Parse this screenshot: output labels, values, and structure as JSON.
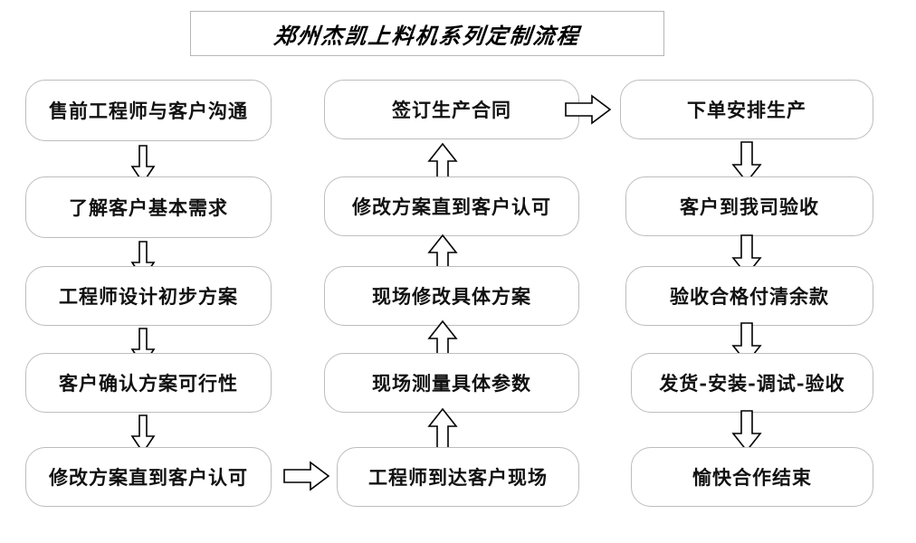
{
  "title": {
    "text": "郑州杰凯上料机系列定制流程"
  },
  "columns": [
    {
      "name": "pre-sales-column",
      "direction": "down",
      "nodes": [
        {
          "label": "售前工程师与客户沟通"
        },
        {
          "label": "了解客户基本需求"
        },
        {
          "label": "工程师设计初步方案"
        },
        {
          "label": "客户确认方案可行性"
        },
        {
          "label": "修改方案直到客户认可"
        }
      ]
    },
    {
      "name": "onsite-column",
      "direction": "up",
      "nodes": [
        {
          "label": "签订生产合同"
        },
        {
          "label": "修改方案直到客户认可"
        },
        {
          "label": "现场修改具体方案"
        },
        {
          "label": "现场测量具体参数"
        },
        {
          "label": "工程师到达客户现场"
        }
      ]
    },
    {
      "name": "production-column",
      "direction": "down",
      "nodes": [
        {
          "label": "下单安排生产"
        },
        {
          "label": "客户到我司验收"
        },
        {
          "label": "验收合格付清余款"
        },
        {
          "label": "发货-安装-调试-验收"
        },
        {
          "label": "愉快合作结束"
        }
      ]
    }
  ],
  "connectors": {
    "col1_down": [
      "down-arrow",
      "down-arrow",
      "down-arrow",
      "down-arrow"
    ],
    "col2_up": [
      "up-arrow",
      "up-arrow",
      "up-arrow",
      "up-arrow"
    ],
    "col3_down": [
      "down-arrow",
      "down-arrow",
      "down-arrow",
      "down-arrow"
    ],
    "col1_to_col2": "right-arrow",
    "col2_to_col3": "right-arrow"
  },
  "colors": {
    "box_border": "#bdbdbd",
    "title_border": "#b6b6b6",
    "text": "#111111",
    "arrow_stroke": "#000000",
    "background": "#ffffff"
  }
}
